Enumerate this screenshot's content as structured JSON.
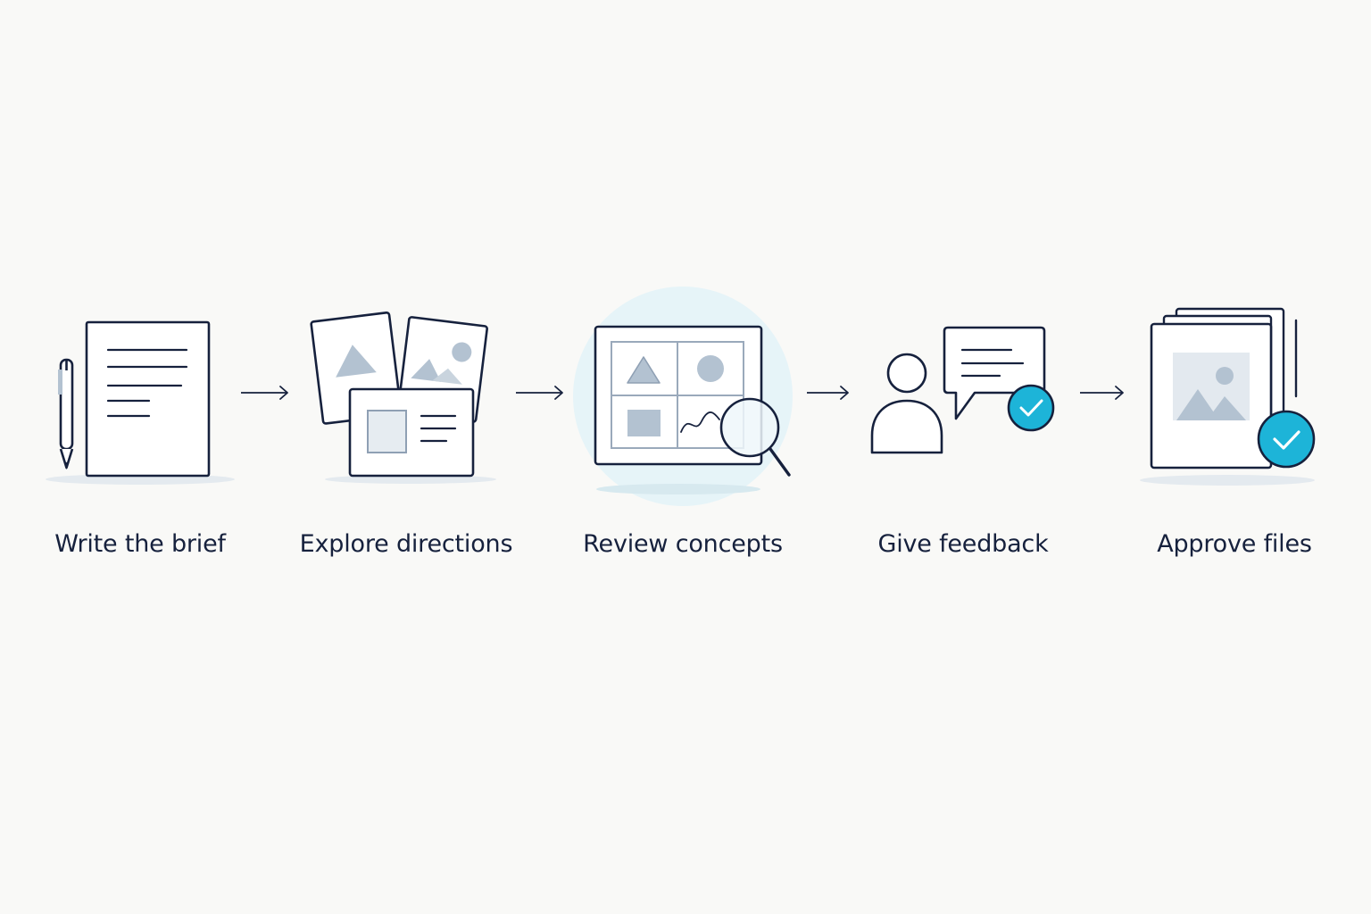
{
  "colors": {
    "ink": "#16213d",
    "accent": "#1db4d8",
    "muted": "#b3c2d1",
    "background": "#f9f9f7"
  },
  "steps": [
    {
      "label": "Write the brief",
      "icon": "document-pen-icon"
    },
    {
      "label": "Explore directions",
      "icon": "image-cards-icon"
    },
    {
      "label": "Review concepts",
      "icon": "magnified-board-icon",
      "highlighted": true
    },
    {
      "label": "Give feedback",
      "icon": "person-chat-check-icon"
    },
    {
      "label": "Approve files",
      "icon": "file-stack-check-icon"
    }
  ],
  "connectors": [
    "arrow-right-icon",
    "arrow-right-icon",
    "arrow-right-icon",
    "arrow-right-icon"
  ]
}
